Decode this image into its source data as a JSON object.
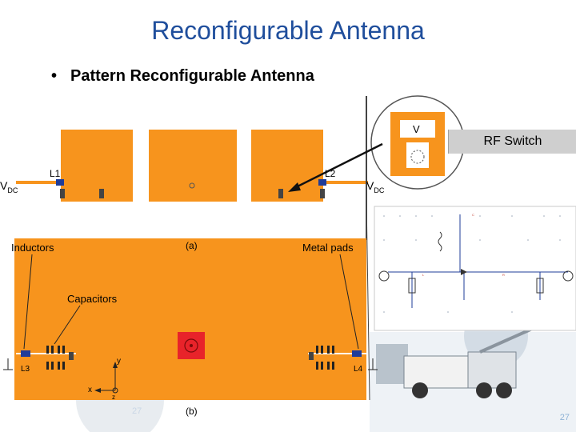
{
  "slide": {
    "title": "Reconfigurable Antenna",
    "bullet": "Pattern Reconfigurable Antenna",
    "page_number": "27",
    "faint_number": "27"
  },
  "figure_a": {
    "rf_switch_label": "RF Switch",
    "vdc_left": "V",
    "vdc_left_sub": "DC",
    "vdc_right": "V",
    "vdc_right_sub": "DC",
    "l1": "L1",
    "l2": "L2",
    "caption": "(a)",
    "switch_symbol": "V"
  },
  "figure_b": {
    "inductors_label": "Inductors",
    "metal_pads_label": "Metal pads",
    "capacitors_label": "Capacitors",
    "l3": "L3",
    "l4": "L4",
    "axis_y": "y",
    "axis_x": "x",
    "axis_z": "z",
    "caption": "(b)"
  },
  "colors": {
    "title": "#1f4e9c",
    "antenna_orange": "#f7941d",
    "feed_red": "#e8232a",
    "line_blue": "#1f3c99"
  }
}
